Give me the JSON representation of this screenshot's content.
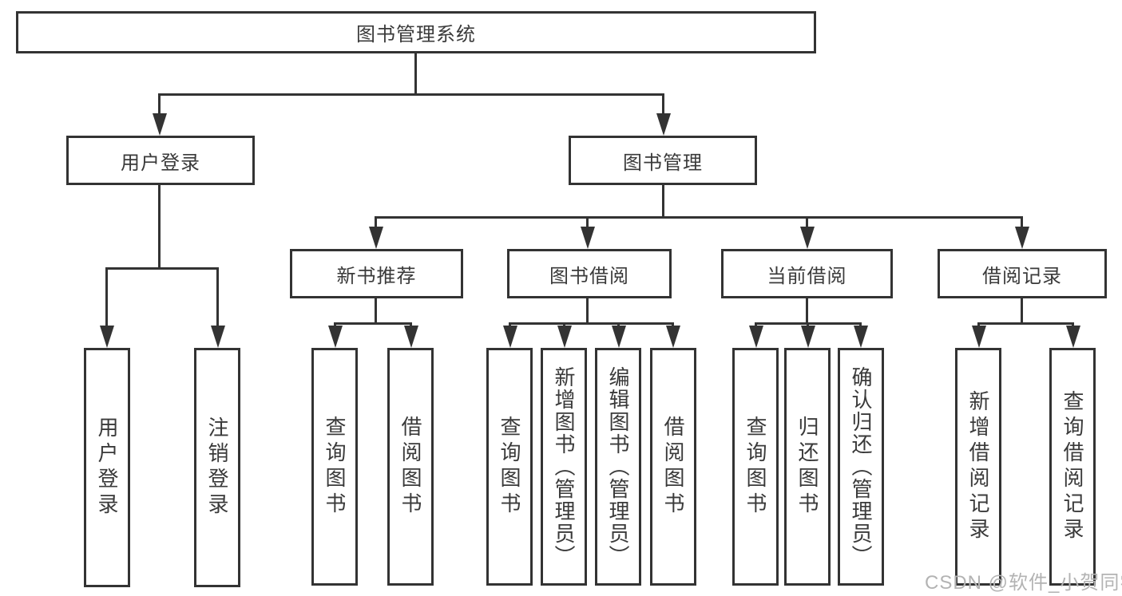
{
  "diagram": {
    "root": {
      "label": "图书管理系统",
      "children": [
        {
          "label": "用户登录",
          "children": [
            {
              "label": "用户登录"
            },
            {
              "label": "注销登录"
            }
          ]
        },
        {
          "label": "图书管理",
          "children": [
            {
              "label": "新书推荐",
              "children": [
                {
                  "label": "查询图书"
                },
                {
                  "label": "借阅图书"
                }
              ]
            },
            {
              "label": "图书借阅",
              "children": [
                {
                  "label": "查询图书"
                },
                {
                  "label": "新增图书（管理员）"
                },
                {
                  "label": "编辑图书（管理员）"
                },
                {
                  "label": "借阅图书"
                }
              ]
            },
            {
              "label": "当前借阅",
              "children": [
                {
                  "label": "查询图书"
                },
                {
                  "label": "归还图书"
                },
                {
                  "label": "确认归还（管理员）"
                }
              ]
            },
            {
              "label": "借阅记录",
              "children": [
                {
                  "label": "新增借阅记录"
                },
                {
                  "label": "查询借阅记录"
                }
              ]
            }
          ]
        }
      ]
    }
  },
  "watermark": {
    "text": "CSDN @软件_小贺同学"
  },
  "colors": {
    "line": "#333333",
    "text": "#3a3a3a",
    "box_fill": "#ffffff",
    "watermark": "#b3b3b3",
    "background": "#ffffff"
  }
}
